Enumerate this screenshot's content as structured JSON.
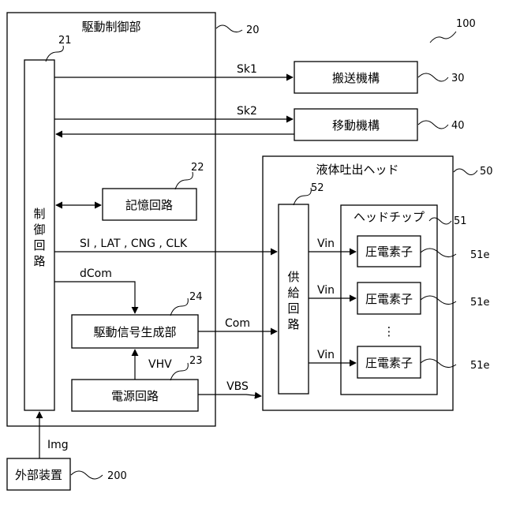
{
  "blocks": {
    "drive_control": "駆動制御部",
    "control_circuit": [
      "制",
      "御",
      "回",
      "路"
    ],
    "memory": "記憶回路",
    "drive_signal_gen": "駆動信号生成部",
    "power_circuit": "電源回路",
    "transport": "搬送機構",
    "movement": "移動機構",
    "head": "液体吐出ヘッド",
    "supply_circuit": [
      "供",
      "給",
      "回",
      "路"
    ],
    "head_chip": "ヘッドチップ",
    "piezo": [
      "圧電素子",
      "圧電素子",
      "圧電素子"
    ],
    "ellipsis": "⋮",
    "external": "外部装置"
  },
  "signals": {
    "sk1": "Sk1",
    "sk2": "Sk2",
    "si_bus": "SI , LAT , CNG , CLK",
    "dcom": "dCom",
    "com": "Com",
    "vhv": "VHV",
    "vbs": "VBS",
    "img": "Img",
    "vin": [
      "Vin",
      "Vin",
      "Vin"
    ]
  },
  "refs": {
    "system": "100",
    "drive_control": "20",
    "control_circuit": "21",
    "memory": "22",
    "power": "23",
    "drive_signal_gen": "24",
    "transport": "30",
    "movement": "40",
    "head": "50",
    "head_chip": "51",
    "piezo": [
      "51e",
      "51e",
      "51e"
    ],
    "supply": "52",
    "external": "200"
  }
}
